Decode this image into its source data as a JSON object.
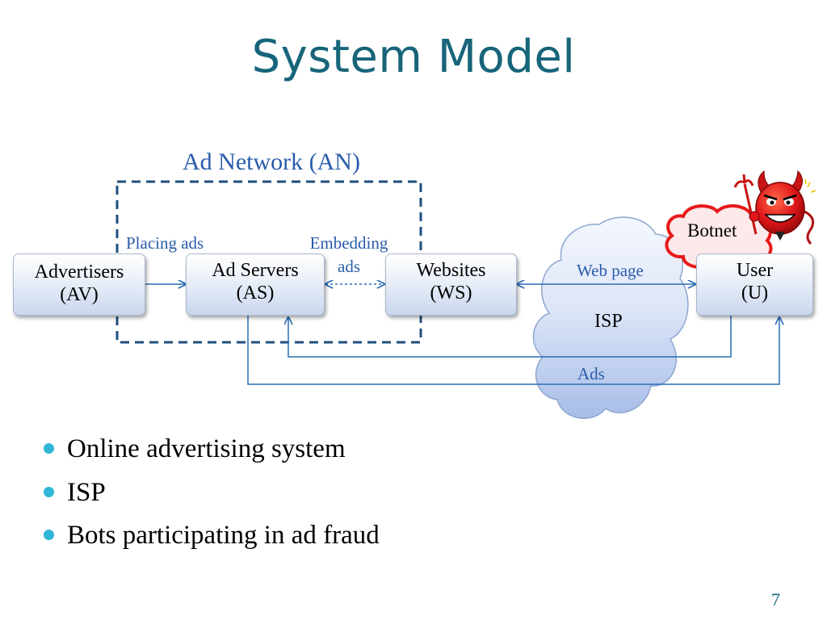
{
  "slide": {
    "title": "System Model",
    "page_number": "7"
  },
  "diagram": {
    "group_label": "Ad Network (AN)",
    "nodes": {
      "advertisers": {
        "line1": "Advertisers",
        "line2": "(AV)"
      },
      "ad_servers": {
        "line1": "Ad Servers",
        "line2": "(AS)"
      },
      "websites": {
        "line1": "Websites",
        "line2": "(WS)"
      },
      "user": {
        "line1": "User",
        "line2": "(U)"
      },
      "isp": "ISP",
      "botnet": "Botnet"
    },
    "edge_labels": {
      "placing_ads": "Placing ads",
      "embedding_line1": "Embedding",
      "embedding_line2": "ads",
      "web_page": "Web page",
      "ads": "Ads"
    },
    "colors": {
      "title": "#17657a",
      "arrows": "#2a6db5",
      "dashed_border": "#1f4f7c",
      "bullet": "#2fb6d6",
      "cloud_fill": "#b7c8ea",
      "botnet_cloud_border": "#e81a1a"
    }
  },
  "bullets": [
    "Online advertising system",
    "ISP",
    "Bots participating in ad fraud"
  ]
}
